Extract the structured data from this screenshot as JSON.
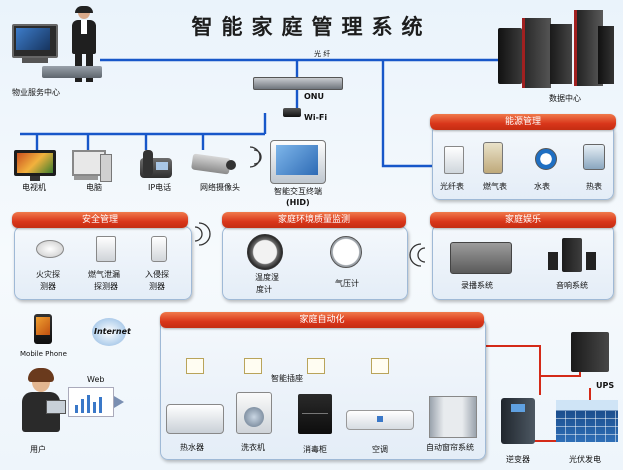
{
  "title": "智能家庭管理系统",
  "nodes": {
    "property_center": "物业服务中心",
    "data_center": "数据中心",
    "fiber": "光 纤",
    "onu": "ONU",
    "wifi": "Wi-Fi",
    "tv": "电视机",
    "computer": "电脑",
    "ip_phone": "IP电话",
    "camera": "网络摄像头",
    "terminal": "智能交互终端",
    "terminal_sub": "(HID)",
    "mobile": "Mobile Phone",
    "internet": "Internet",
    "web": "Web",
    "user": "用户",
    "smart_socket": "智能插座",
    "inverter": "逆变器",
    "ups": "UPS",
    "solar": "光伏发电"
  },
  "panels": {
    "energy": {
      "title": "能源管理",
      "items": [
        "光纤表",
        "燃气表",
        "水表",
        "热表"
      ]
    },
    "security": {
      "title": "安全管理",
      "items": [
        "火灾探",
        "测器",
        "燃气泄漏",
        "探测器",
        "入侵探",
        "测器"
      ]
    },
    "environment": {
      "title": "家庭环境质量监测",
      "items": [
        "温度湿",
        "度计",
        "气压计"
      ]
    },
    "entertainment": {
      "title": "家庭娱乐",
      "items": [
        "录播系统",
        "音响系统"
      ]
    },
    "automation": {
      "title": "家庭自动化",
      "items": [
        "热水器",
        "洗衣机",
        "消毒柜",
        "空调",
        "自动窗帘系统"
      ]
    }
  },
  "colors": {
    "network_line": "#1757c9",
    "power_line": "#d42a18",
    "header": "#d9361a",
    "panel_border": "#9fb9d6"
  }
}
